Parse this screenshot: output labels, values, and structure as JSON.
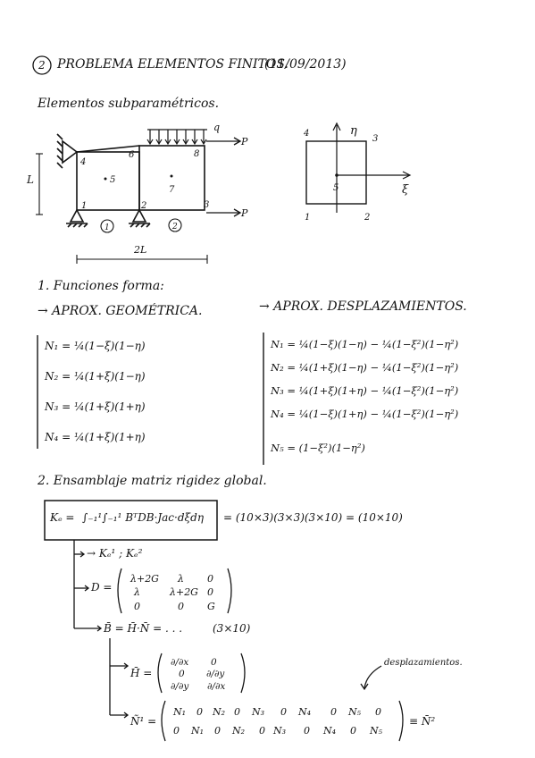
{
  "header": {
    "number": "2",
    "title": "PROBLEMA ELEMENTOS FINITOS.",
    "date": "(11/09/2013)",
    "subtitle": "Elementos subparamétricos."
  },
  "structure": {
    "node_labels": [
      "1",
      "2",
      "3",
      "4",
      "5",
      "6",
      "7",
      "8"
    ],
    "element_labels": [
      "1",
      "2"
    ],
    "load_q": "q",
    "force_p_top": "P",
    "force_p_mid": "P",
    "dim_height": "L",
    "dim_width": "2L"
  },
  "ref_element": {
    "eta": "η",
    "xi": "ξ",
    "corners": [
      "1",
      "2",
      "3",
      "4"
    ],
    "center": "5"
  },
  "section1": {
    "title": "1. Funciones forma:",
    "geom_title": "→ APROX. GEOMÉTRICA.",
    "disp_title": "→ APROX. DESPLAZAMIENTOS.",
    "geom_eqs": [
      "N₁ = ¼(1−ξ)(1−η)",
      "N₂ = ¼(1+ξ)(1−η)",
      "N₃ = ¼(1+ξ)(1+η)",
      "N₄ = ¼(1+ξ)(1+η)"
    ],
    "disp_eqs": [
      "N₁ = ¼(1−ξ)(1−η) − ¼(1−ξ²)(1−η²)",
      "N₂ = ¼(1+ξ)(1−η) − ¼(1−ξ²)(1−η²)",
      "N₃ = ¼(1+ξ)(1+η) − ¼(1−ξ²)(1−η²)",
      "N₄ = ¼(1−ξ)(1+η) − ¼(1−ξ²)(1−η²)",
      "N₅ = (1−ξ²)(1−η²)"
    ]
  },
  "section2": {
    "title": "2. Ensamblaje matriz rigidez global.",
    "ke_lhs": "Kₑ =",
    "ke_int": "∫₋₁¹∫₋₁¹ BᵀDB·Jac·dξdη",
    "ke_dims": "= (10×3)(3×3)(3×10) = (10×10)",
    "ke_parts": "→ Kₑ¹ ; Kₑ²",
    "d_label": "D =",
    "d_matrix": [
      [
        "λ+2G",
        "λ",
        "0"
      ],
      [
        "λ",
        "λ+2G",
        "0"
      ],
      [
        "0",
        "0",
        "G"
      ]
    ],
    "b_label": "B̄ = H̄·N̄ = . . .",
    "b_dims": "(3×10)",
    "h_label": "H̄ =",
    "h_matrix": [
      [
        "∂/∂x",
        "0"
      ],
      [
        "0",
        "∂/∂y"
      ],
      [
        "∂/∂y",
        "∂/∂x"
      ]
    ],
    "n_label": "Ñ¹ =",
    "n_row1": [
      "N₁",
      "0",
      "N₂",
      "0",
      "N₃",
      "0",
      "N₄",
      "0",
      "N₅",
      "0"
    ],
    "n_row2": [
      "0",
      "N₁",
      "0",
      "N₂",
      "0",
      "N₃",
      "0",
      "N₄",
      "0",
      "N₅"
    ],
    "n_rhs": "≡ N̄²",
    "annotation": "desplazamientos."
  }
}
